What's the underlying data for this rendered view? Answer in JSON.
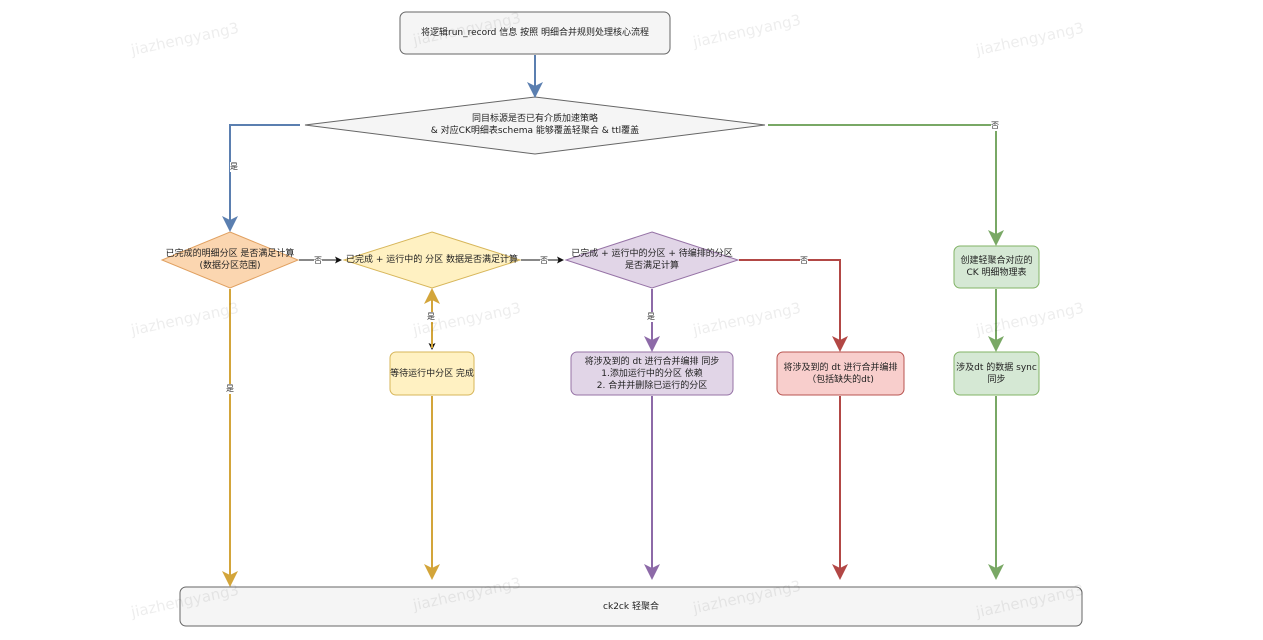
{
  "watermark": "jiazhengyang3",
  "nodes": {
    "start": "将逻辑run_record 信息 按照 明细合并规则处理核心流程",
    "decision_main_l1": "同目标源是否已有介质加速策略",
    "decision_main_l2": "& 对应CK明细表schema 能够覆盖轻聚合 & ttl覆盖",
    "d1_l1": "已完成的明细分区  是否满足计算",
    "d1_l2": "(数据分区范围)",
    "d2": "已完成 + 运行中的 分区 数据是否满足计算",
    "d3_l1": "已完成 + 运行中的分区 + 待编排的分区",
    "d3_l2": "是否满足计算",
    "wait": "等待运行中分区 完成",
    "merge_l1": "将涉及到的 dt 进行合并编排 同步",
    "merge_l2": "1.添加运行中的分区 依赖",
    "merge_l3": "2. 合并并删除已运行的分区",
    "merge_missing_l1": "将涉及到的 dt 进行合并编排",
    "merge_missing_l2": "（包括缺失的dt)",
    "create_l1": "创建轻聚合对应的",
    "create_l2": "CK 明细物理表",
    "sync_l1": "涉及dt 的数据 sync",
    "sync_l2": "同步",
    "end": "ck2ck 轻聚合"
  },
  "edge_labels": {
    "yes": "是",
    "no": "否"
  },
  "colors": {
    "blue": "#5b7fb0",
    "green": "#79a865",
    "gold": "#d3a53a",
    "purple": "#8d6aa8",
    "red": "#b24745",
    "black": "#111111",
    "orange_fill": "#fbd6b0",
    "orange_stroke": "#e0a060",
    "yellow_fill": "#fff1c2",
    "yellow_stroke": "#d7b65a",
    "purple_fill": "#e1d5e7",
    "purple_stroke": "#9673a6",
    "red_fill": "#f8cecc",
    "red_stroke": "#b85450",
    "green_fill": "#d5e8d4",
    "green_stroke": "#82b366",
    "grey_fill": "#f5f5f5",
    "grey_stroke": "#666666"
  }
}
